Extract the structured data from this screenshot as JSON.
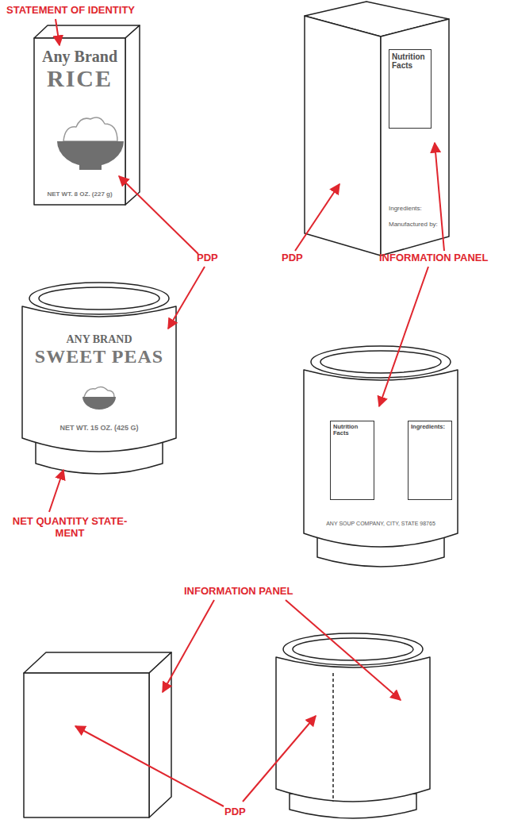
{
  "diagram": {
    "nodes": [
      {
        "text": [
          "Nutrition Facts"
        ]
      },
      {
        "text": [
          "Nutrition Facts"
        ]
      },
      {
        "text": [
          "Ingredients:"
        ]
      }
    ],
    "labels": [
      "STATEMENT OF IDENTITY",
      "Any Brand",
      "RICE",
      "NET WT. 8 OZ. (227 g)",
      "Ingredients:",
      "Manufactured by:",
      "PDP",
      "PDP",
      "INFORMATION PANEL",
      "ANY BRAND",
      "SWEET PEAS",
      "NET WT. 15 OZ. (425 G)",
      "ANY SOUP COMPANY, CITY, STATE 98765",
      "NET QUANTITY STATE- MENT",
      "INFORMATION PANEL",
      "PDP"
    ]
  }
}
